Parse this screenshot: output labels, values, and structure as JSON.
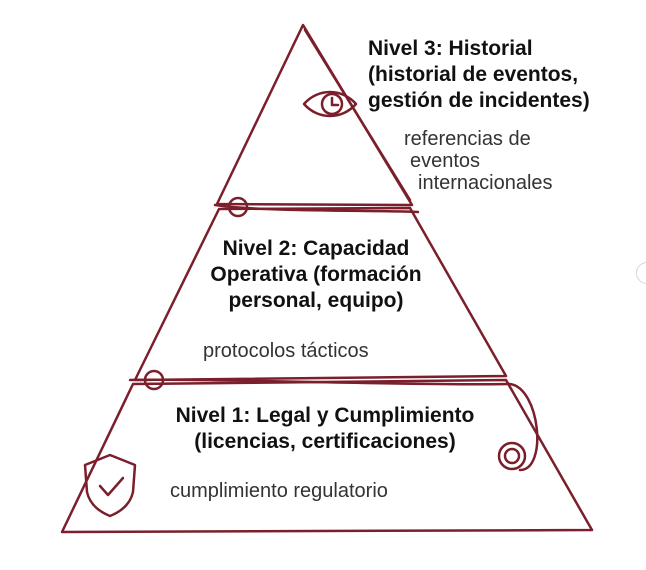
{
  "colors": {
    "stroke": "#7a1f2b",
    "title": "#111111",
    "subtitle": "#333333"
  },
  "levels": [
    {
      "title_lines": [
        "Nivel 3: Historial",
        "(historial de eventos,",
        "gestión de incidentes)"
      ],
      "subtitle_lines": [
        "referencias de",
        "eventos",
        "internacionales"
      ],
      "icon": "eye-clock-icon"
    },
    {
      "title_lines": [
        "Nivel 2: Capacidad",
        "Operativa (formación",
        "personal, equipo)"
      ],
      "subtitle_lines": [
        "protocolos tácticos"
      ],
      "icon": "circle-node-icon"
    },
    {
      "title_lines": [
        "Nivel 1: Legal y Cumplimiento",
        "(licencias, certificaciones)"
      ],
      "subtitle_lines": [
        "cumplimiento regulatorio"
      ],
      "icon": "shield-check-icon"
    }
  ]
}
